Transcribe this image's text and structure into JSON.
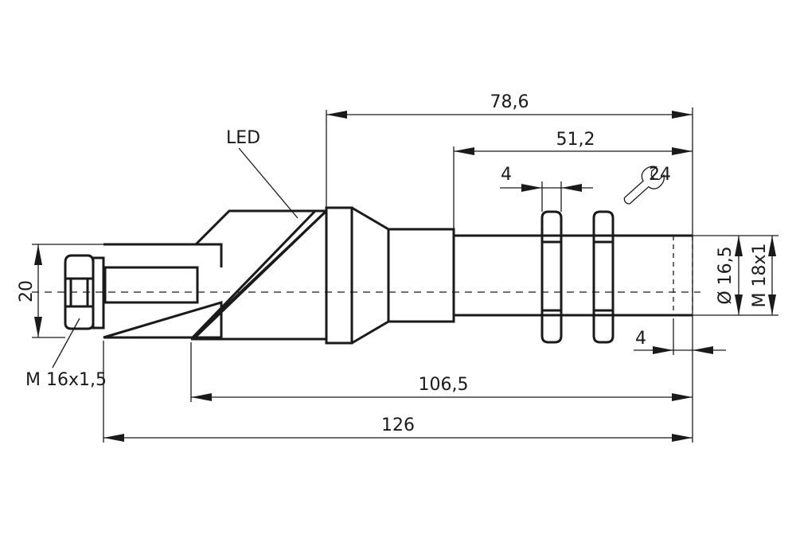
{
  "labels": {
    "led": "LED",
    "wrench_size": "24",
    "thread_connector": "M 16x1,5",
    "thread_housing": "M 18x1",
    "inner_diameter": "Ø 16,5"
  },
  "dimensions": {
    "total_length": "126",
    "length_from_led": "106,5",
    "housing_length": "78,6",
    "thread_length": "51,2",
    "nut_width": "4",
    "end_offset": "4",
    "connector_height": "20"
  }
}
